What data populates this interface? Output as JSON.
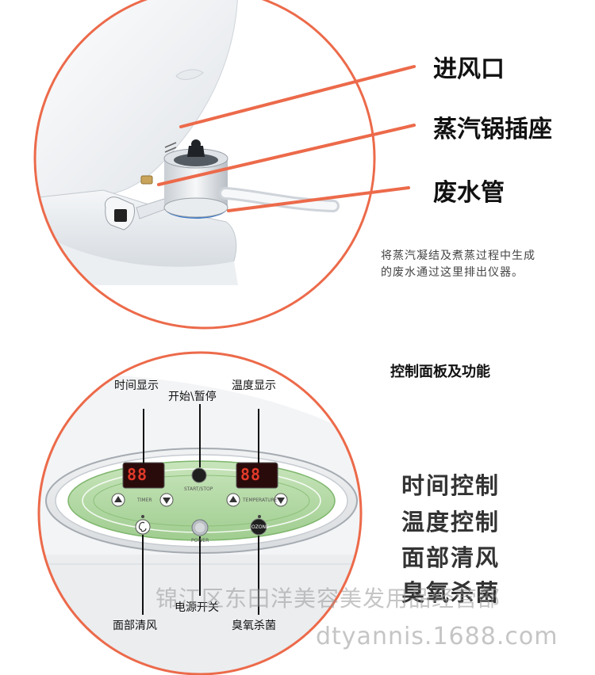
{
  "top_section": {
    "labels": {
      "air_inlet": "进风口",
      "steamer_socket": "蒸汽锅插座",
      "waste_pipe": "废水管"
    },
    "description_lines": [
      "将蒸汽凝结及煮蒸过程中生成",
      "的废水通过这里排出仪器。"
    ]
  },
  "panel_section": {
    "title": "控制面板及功能",
    "callouts": {
      "time_display": "时间显示",
      "start_pause": "开始\\暂停",
      "temp_display": "温度显示",
      "face_fan": "面部清风",
      "power_switch": "电源开关",
      "ozone": "臭氧杀菌"
    },
    "panel_text": {
      "timer": "TIMER",
      "start_stop": "START/STOP",
      "temperature": "TEMPERATURE",
      "power": "POWER",
      "ozone_btn": "OZONE",
      "time_digits": "88",
      "temp_digits": "88"
    },
    "functions": [
      "时间控制",
      "温度控制",
      "面部清风",
      "臭氧杀菌"
    ]
  },
  "watermark": {
    "line1": "锦江区东田洋美容美发用品经营部",
    "line2": "dtyannis.1688.com"
  },
  "colors": {
    "accent_orange": "#ec6a4a",
    "panel_green": "#a9d49a",
    "display_red": "#e23a2a"
  }
}
